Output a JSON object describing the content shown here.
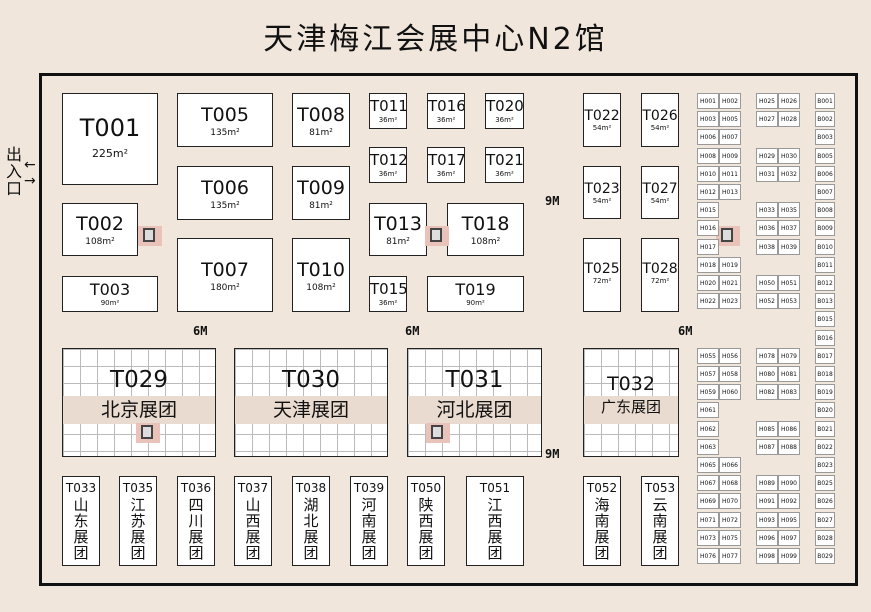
{
  "title": "天津梅江会展中心N2馆",
  "entrance": {
    "label": "出入口",
    "arrow_out": "←",
    "arrow_in": "→"
  },
  "aisles": {
    "a6m": "6M",
    "a9m": "9M"
  },
  "booths_large": [
    {
      "code": "T001",
      "area": "225m²"
    },
    {
      "code": "T002",
      "area": "108m²"
    },
    {
      "code": "T003",
      "area": "90m²"
    },
    {
      "code": "T005",
      "area": "135m²"
    },
    {
      "code": "T006",
      "area": "135m²"
    },
    {
      "code": "T007",
      "area": "180m²"
    },
    {
      "code": "T008",
      "area": "81m²"
    },
    {
      "code": "T009",
      "area": "81m²"
    },
    {
      "code": "T010",
      "area": "108m²"
    },
    {
      "code": "T013",
      "area": "81m²"
    },
    {
      "code": "T018",
      "area": "108m²"
    },
    {
      "code": "T019",
      "area": "90m²"
    },
    {
      "code": "T022",
      "area": "54m²"
    },
    {
      "code": "T026",
      "area": "54m²"
    },
    {
      "code": "T023",
      "area": "54m²"
    },
    {
      "code": "T027",
      "area": "54m²"
    },
    {
      "code": "T025",
      "area": "72m²"
    },
    {
      "code": "T028",
      "area": "72m²"
    }
  ],
  "booths_small": [
    {
      "code": "T011",
      "area": "36m²"
    },
    {
      "code": "T016",
      "area": "36m²"
    },
    {
      "code": "T020",
      "area": "36m²"
    },
    {
      "code": "T012",
      "area": "36m²"
    },
    {
      "code": "T017",
      "area": "36m²"
    },
    {
      "code": "T021",
      "area": "36m²"
    },
    {
      "code": "T015",
      "area": "36m²"
    }
  ],
  "pavilions": [
    {
      "code": "T029",
      "name": "北京展团"
    },
    {
      "code": "T030",
      "name": "天津展团"
    },
    {
      "code": "T031",
      "name": "河北展团"
    },
    {
      "code": "T032",
      "name": "广东展团"
    }
  ],
  "delegations": [
    {
      "code": "T033",
      "name": "山东展团"
    },
    {
      "code": "T035",
      "name": "江苏展团"
    },
    {
      "code": "T036",
      "name": "四川展团"
    },
    {
      "code": "T037",
      "name": "山西展团"
    },
    {
      "code": "T038",
      "name": "湖北展团"
    },
    {
      "code": "T039",
      "name": "河南展团"
    },
    {
      "code": "T050",
      "name": "陕西展团"
    },
    {
      "code": "T051",
      "name": "江西展团"
    },
    {
      "code": "T052",
      "name": "海南展团"
    },
    {
      "code": "T053",
      "name": "云南展团"
    }
  ],
  "h_booths": {
    "col1": [
      "H001",
      "H003",
      "H006",
      "H008",
      "H010",
      "H012",
      "H015",
      "H016",
      "H017",
      "H018",
      "H020",
      "H022",
      "H055",
      "H057",
      "H059",
      "H061",
      "H062",
      "H063",
      "H065",
      "H067",
      "H069",
      "H071",
      "H073",
      "H076"
    ],
    "col2": [
      "H002",
      "H005",
      "H007",
      "H009",
      "H011",
      "H013",
      "H019",
      "H021",
      "H023",
      "H056",
      "H058",
      "H060",
      "H066",
      "H068",
      "H070",
      "H072",
      "H075",
      "H077"
    ],
    "col3": [
      "H025",
      "H027",
      "H029",
      "H031",
      "H033",
      "H036",
      "H038",
      "H050",
      "H052",
      "H078",
      "H080",
      "H082",
      "H085",
      "H087",
      "H089",
      "H091",
      "H093",
      "H096",
      "H098"
    ],
    "col4": [
      "H026",
      "H028",
      "H030",
      "H032",
      "H035",
      "H037",
      "H039",
      "H051",
      "H053",
      "H079",
      "H081",
      "H083",
      "H086",
      "H088",
      "H090",
      "H092",
      "H095",
      "H097",
      "H099"
    ]
  },
  "b_booths": [
    "B001",
    "B002",
    "B003",
    "B005",
    "B006",
    "B007",
    "B008",
    "B009",
    "B010",
    "B011",
    "B012",
    "B013",
    "B015",
    "B016",
    "B017",
    "B018",
    "B019",
    "B020",
    "B021",
    "B022",
    "B023",
    "B025",
    "B026",
    "B027",
    "B028",
    "B029"
  ]
}
